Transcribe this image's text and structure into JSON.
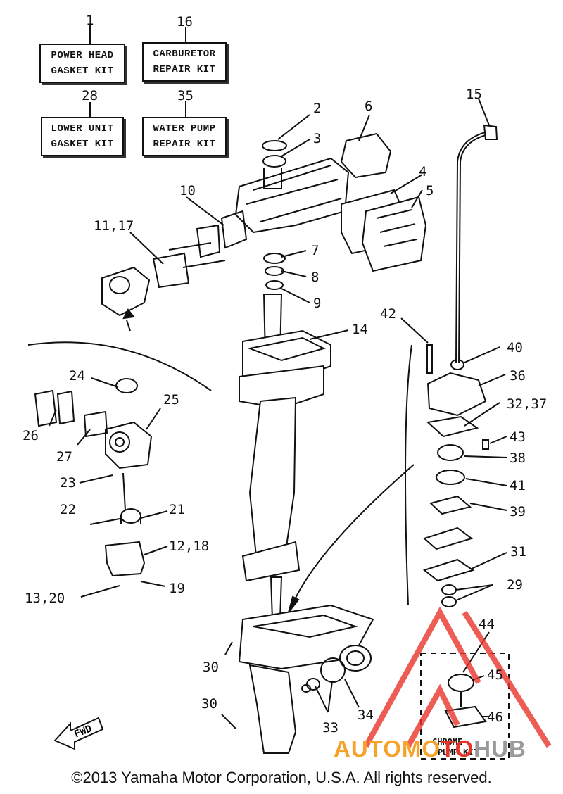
{
  "kits": [
    {
      "number": "1",
      "line1": "POWER HEAD",
      "line2": "GASKET KIT"
    },
    {
      "number": "16",
      "line1": "CARBURETOR",
      "line2": "REPAIR KIT"
    },
    {
      "number": "28",
      "line1": "LOWER UNIT",
      "line2": "GASKET KIT"
    },
    {
      "number": "35",
      "line1": "WATER PUMP",
      "line2": "REPAIR KIT"
    }
  ],
  "parts": [
    "2",
    "3",
    "4",
    "5",
    "6",
    "7",
    "8",
    "9",
    "10",
    "11,17",
    "12,18",
    "13,20",
    "14",
    "15",
    "19",
    "21",
    "22",
    "23",
    "24",
    "25",
    "26",
    "27",
    "29",
    "30",
    "31",
    "32,37",
    "33",
    "34",
    "36",
    "38",
    "39",
    "40",
    "41",
    "42",
    "43",
    "44",
    "45",
    "46"
  ],
  "fwd_label": "FWD",
  "chrome_kit_label": [
    "CHROME",
    "PUMP KIT"
  ],
  "copyright": "©2013 Yamaha Motor Corporation, U.S.A. All rights reserved.",
  "watermark": {
    "part1": "AUTOMO",
    "part2": "TO",
    "part3": "HUB",
    "color_orange": "#f5a32a",
    "color_gray": "#9a9a9a",
    "color_red": "#e8332a"
  }
}
